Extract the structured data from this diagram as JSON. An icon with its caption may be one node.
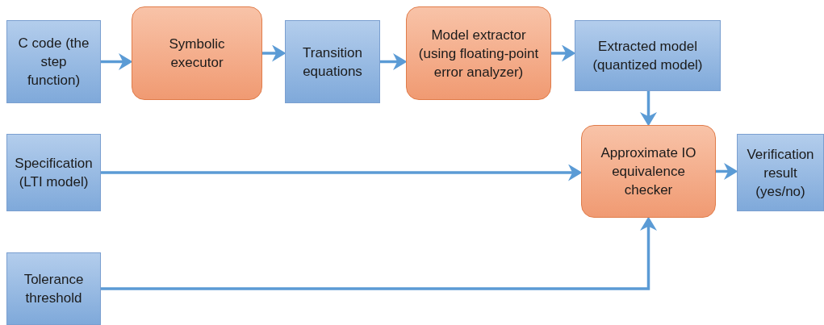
{
  "diagram": {
    "nodes": [
      {
        "text": [
          "C code (the step function)"
        ]
      },
      {
        "text": [
          "Symbolic executor"
        ]
      },
      {
        "text": [
          "Transition equations"
        ]
      },
      {
        "text": [
          "Model extractor (using floating-point error analyzer)"
        ]
      },
      {
        "text": [
          "Extracted model (quantized model)"
        ]
      },
      {
        "text": [
          "Specification (LTI model)"
        ]
      },
      {
        "text": [
          "Approximate IO equivalence checker"
        ]
      },
      {
        "text": [
          "Verification result (yes/no)"
        ]
      },
      {
        "text": [
          "Tolerance threshold"
        ]
      }
    ],
    "edges": [
      {
        "from": 0,
        "to": 1,
        "arrow": "to"
      },
      {
        "from": 1,
        "to": 2,
        "arrow": "to"
      },
      {
        "from": 2,
        "to": 3,
        "arrow": "to"
      },
      {
        "from": 3,
        "to": 4,
        "arrow": "to"
      },
      {
        "from": 4,
        "to": 6,
        "arrow": "to"
      },
      {
        "from": 5,
        "to": 6,
        "arrow": "to"
      },
      {
        "from": 6,
        "to": 7,
        "arrow": "to"
      },
      {
        "from": 8,
        "to": 6,
        "arrow": "to"
      }
    ]
  }
}
